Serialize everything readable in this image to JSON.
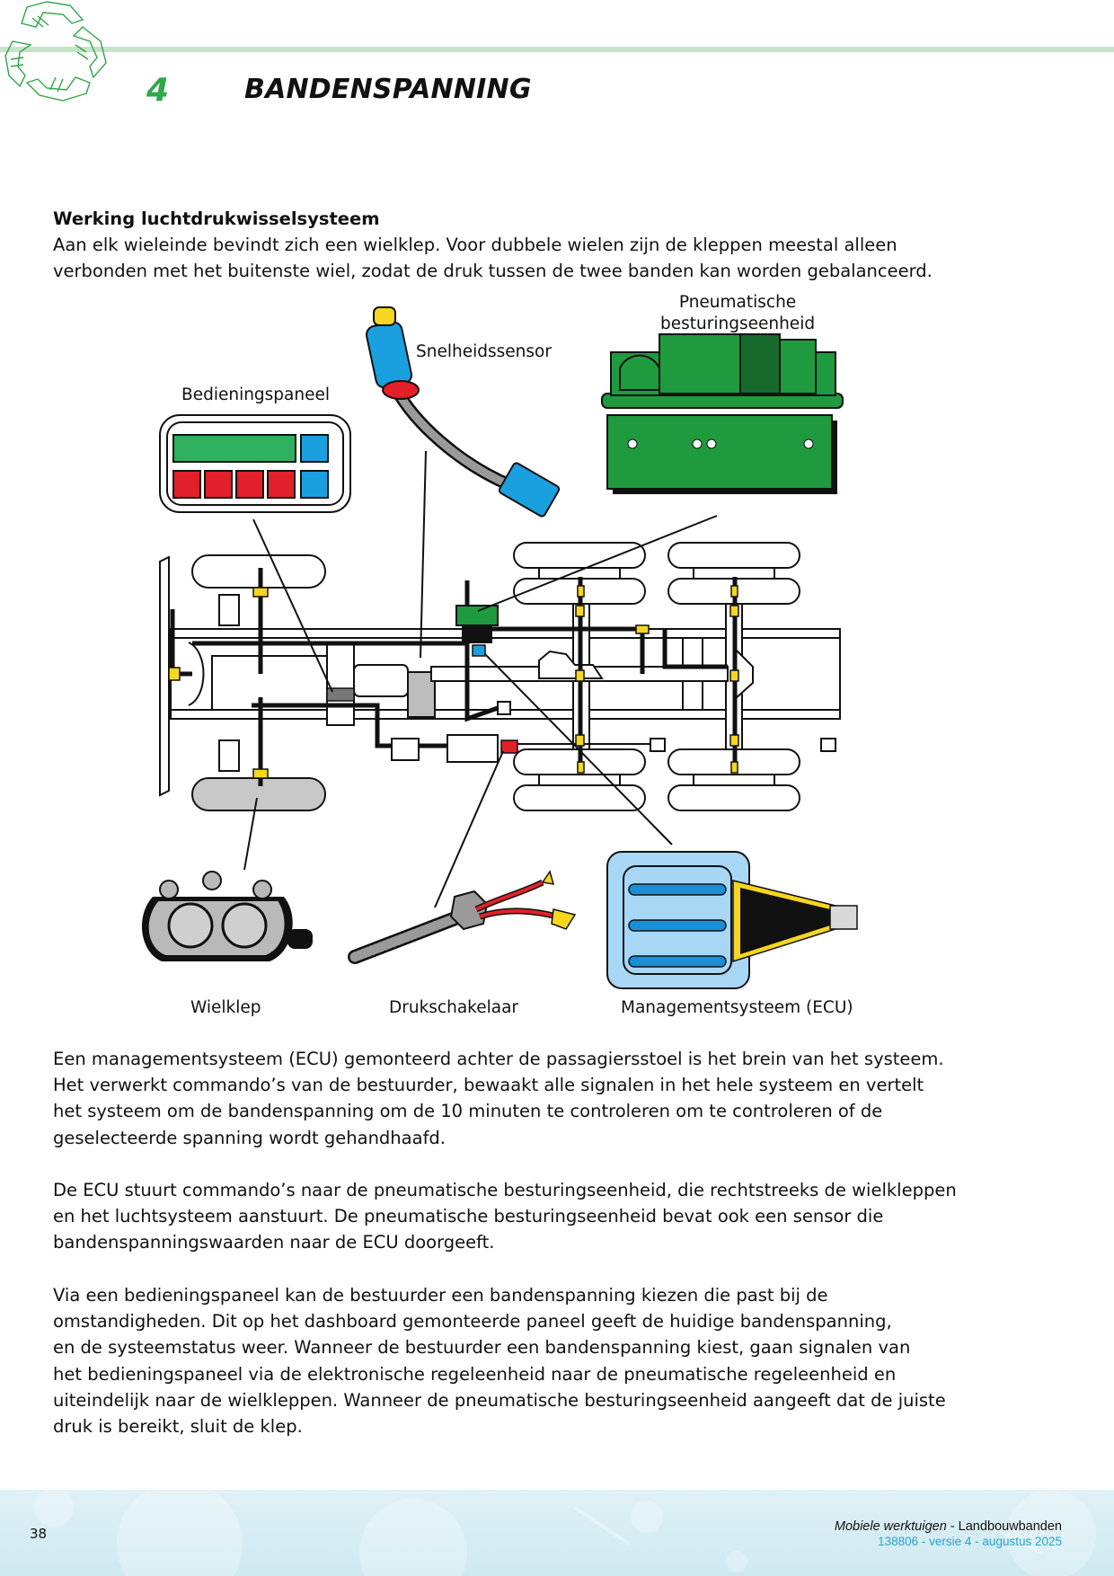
{
  "header": {
    "chapter_number": "4",
    "chapter_title": "BANDENSPANNING",
    "accent_color": "#2fa64a"
  },
  "intro": {
    "heading": "Werking luchtdrukwisselsysteem",
    "lines": [
      "Aan elk wieleinde bevindt zich een wielklep. Voor dubbele wielen zijn de kleppen meestal alleen",
      "verbonden met het buitenste wiel, zodat de druk tussen de twee banden kan worden gebalanceerd."
    ]
  },
  "diagram": {
    "labels": {
      "pneumatic_unit": [
        "Pneumatische",
        "besturingseenheid"
      ],
      "speed_sensor": "Snelheidssensor",
      "control_panel": "Bedieningspaneel",
      "wheel_valve": "Wielklep",
      "pressure_switch": "Drukschakelaar",
      "ecu": "Managementsysteem (ECU)"
    }
  },
  "body": {
    "paragraphs": [
      [
        "Een managementsysteem (ECU) gemonteerd achter de passagiersstoel is het brein van het systeem.",
        "Het verwerkt commando’s van de bestuurder, bewaakt alle signalen in het hele systeem en vertelt",
        "het systeem om de bandenspanning om de 10 minuten te controleren om te controleren of de",
        "geselecteerde spanning wordt gehandhaafd."
      ],
      [
        "De ECU stuurt commando’s naar de pneumatische besturingseenheid, die rechtstreeks de wielkleppen",
        "en het luchtsysteem aanstuurt. De pneumatische besturingseenheid bevat ook een sensor die",
        "bandenspanningswaarden naar de ECU doorgeeft."
      ],
      [
        "Via een bedieningspaneel kan de bestuurder een bandenspanning kiezen die past bij de",
        "omstandigheden. Dit op het dashboard gemonteerde paneel geeft de huidige bandenspanning,",
        "en de systeemstatus weer. Wanneer de bestuurder een bandenspanning kiest, gaan signalen van",
        "het bedieningspaneel via de elektronische regeleenheid naar de pneumatische regeleenheid en",
        "uiteindelijk naar de wielkleppen. Wanneer de pneumatische besturingseenheid aangeeft dat de juiste",
        "druk is bereikt, sluit de klep."
      ]
    ]
  },
  "footer": {
    "page_number": "38",
    "title_italic": "Mobiele werktuigen",
    "title_rest": " - Landbouwbanden",
    "version": "138806 - versie 4 - augustus 2025",
    "version_color": "#28a3c8"
  }
}
